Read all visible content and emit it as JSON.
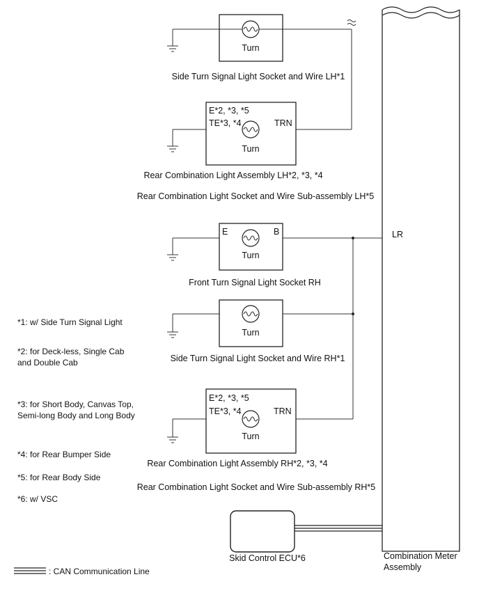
{
  "components": {
    "side_turn_lh": {
      "turn": "Turn",
      "caption": "Side Turn Signal Light Socket and Wire LH*1"
    },
    "rear_comb_lh": {
      "pin_e": "E*2, *3, *5",
      "pin_te": "TE*3, *4",
      "pin_trn": "TRN",
      "turn": "Turn",
      "caption_1": "Rear Combination Light Assembly LH*2, *3, *4",
      "caption_2": "Rear Combination Light Socket and Wire Sub-assembly LH*5"
    },
    "front_turn_rh": {
      "pin_e": "E",
      "pin_b": "B",
      "turn": "Turn",
      "caption": "Front Turn Signal Light Socket RH"
    },
    "side_turn_rh": {
      "turn": "Turn",
      "caption": "Side Turn Signal Light Socket and Wire RH*1"
    },
    "rear_comb_rh": {
      "pin_e": "E*2, *3, *5",
      "pin_te": "TE*3, *4",
      "pin_trn": "TRN",
      "turn": "Turn",
      "caption_1": "Rear Combination Light Assembly RH*2, *3, *4",
      "caption_2": "Rear Combination Light Socket and Wire Sub-assembly RH*5"
    },
    "skid_ecu": {
      "caption": "Skid Control ECU*6"
    },
    "combination_meter": {
      "pin_lr": "LR",
      "caption_1": "Combination Meter",
      "caption_2": "Assembly"
    }
  },
  "notes": {
    "n1": "*1: w/ Side Turn Signal Light",
    "n2a": "*2: for Deck-less, Single Cab",
    "n2b": "and Double Cab",
    "n3a": "*3: for Short Body, Canvas Top,",
    "n3b": "Semi-long Body and Long Body",
    "n4": "*4: for Rear Bumper Side",
    "n5": "*5: for Rear Body Side",
    "n6": "*6: w/ VSC"
  },
  "legend": {
    "can_line": ": CAN Communication Line"
  }
}
